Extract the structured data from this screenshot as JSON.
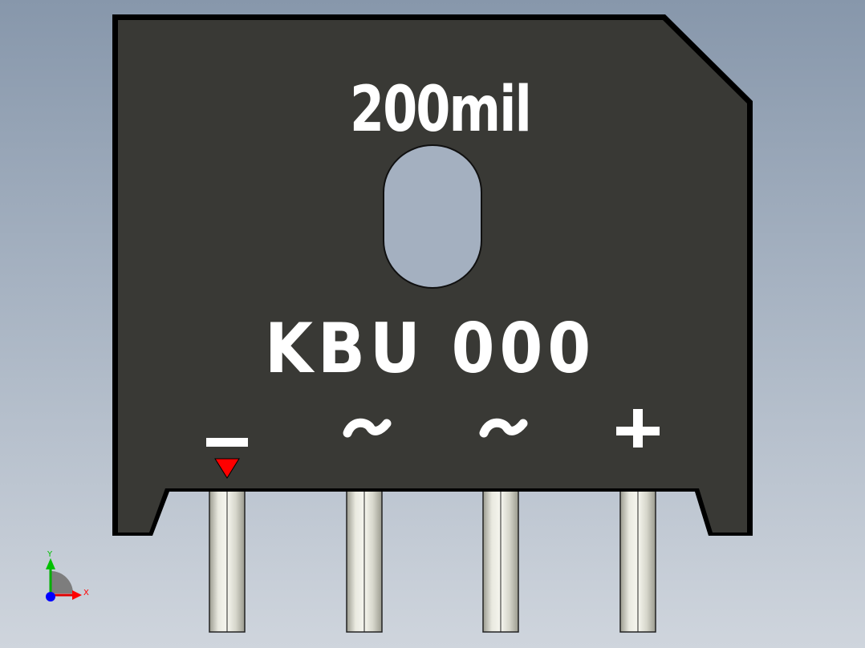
{
  "viewport": {
    "background_top": "#8797ab",
    "background_bottom": "#cfd5dd"
  },
  "component": {
    "body_color": "#393935",
    "edge_color": "#000000",
    "size_label": "200mil",
    "part_label": "KBU 000",
    "pin_symbols": [
      "—",
      "~",
      "~",
      "+"
    ],
    "pin1_marker_color": "#ff0000",
    "pin_color": "#d8d8ce"
  },
  "triad": {
    "x_label": "X",
    "y_label": "Y",
    "x_color": "#ff0000",
    "y_color": "#00c000",
    "z_color": "#0000ff"
  }
}
